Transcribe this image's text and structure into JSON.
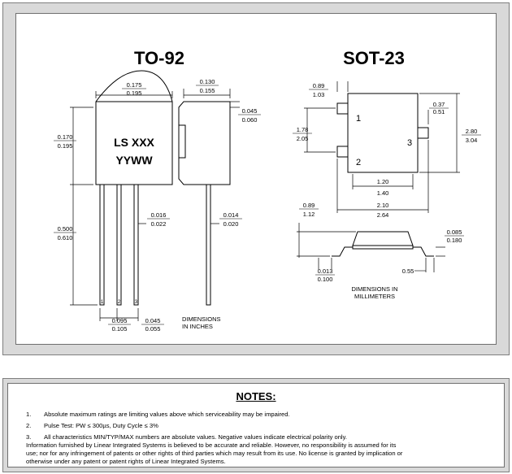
{
  "drawing": {
    "to92": {
      "title": "TO-92",
      "marking_line1": "LS XXX",
      "marking_line2": "YYWW",
      "dims": {
        "body_width": [
          "0.175",
          "0.195"
        ],
        "body_height": [
          "0.170",
          "0.195"
        ],
        "lead_length": [
          "0.500",
          "0.610"
        ],
        "lead_width": [
          "0.016",
          "0.022"
        ],
        "side_width": [
          "0.130",
          "0.155"
        ],
        "flat": [
          "0.045",
          "0.060"
        ],
        "lead_thickness": [
          "0.014",
          "0.020"
        ],
        "pitch": [
          "0.095",
          "0.105"
        ],
        "pitch_small": [
          "0.045",
          "0.055"
        ]
      },
      "pins": [
        "1",
        "2",
        "3"
      ],
      "units_note": [
        "DIMENSIONS",
        "IN INCHES"
      ]
    },
    "sot23": {
      "title": "SOT-23",
      "pins": [
        "1",
        "2",
        "3"
      ],
      "dims": {
        "pad": [
          "0.89",
          "1.03"
        ],
        "pin_pitch": [
          "1.78",
          "2.05"
        ],
        "pad_right": [
          "0.37",
          "0.51"
        ],
        "height": [
          "2.80",
          "3.04"
        ],
        "body_width": [
          "1.20",
          "1.40"
        ],
        "overall_width": [
          "2.10",
          "2.64"
        ],
        "standoff": [
          "0.89",
          "1.12"
        ],
        "thickness": [
          "0.085",
          "0.180"
        ],
        "lead_foot": [
          "0.013",
          "0.100"
        ],
        "ref": "0.55"
      },
      "units_note": [
        "DIMENSIONS IN",
        "MILLIMETERS"
      ]
    }
  },
  "notes": {
    "title": "NOTES:",
    "items": [
      {
        "num": "1.",
        "text": "Absolute maximum ratings are limiting values above which serviceability may be impaired."
      },
      {
        "num": "2.",
        "text": "Pulse Test: PW ≤ 300µs, Duty Cycle ≤ 3%"
      },
      {
        "num": "3.",
        "text": "All characteristics MIN/TYP/MAX numbers are absolute values.  Negative values indicate electrical polarity only."
      }
    ],
    "disclaimer": [
      "Information furnished by Linear Integrated Systems is believed to be accurate and reliable. However, no responsibility is assumed for its",
      "use; nor for any infringement of patents or other rights of third parties which may result from its use. No license is granted by implication or",
      "otherwise under any patent or patent rights of Linear Integrated Systems."
    ]
  }
}
